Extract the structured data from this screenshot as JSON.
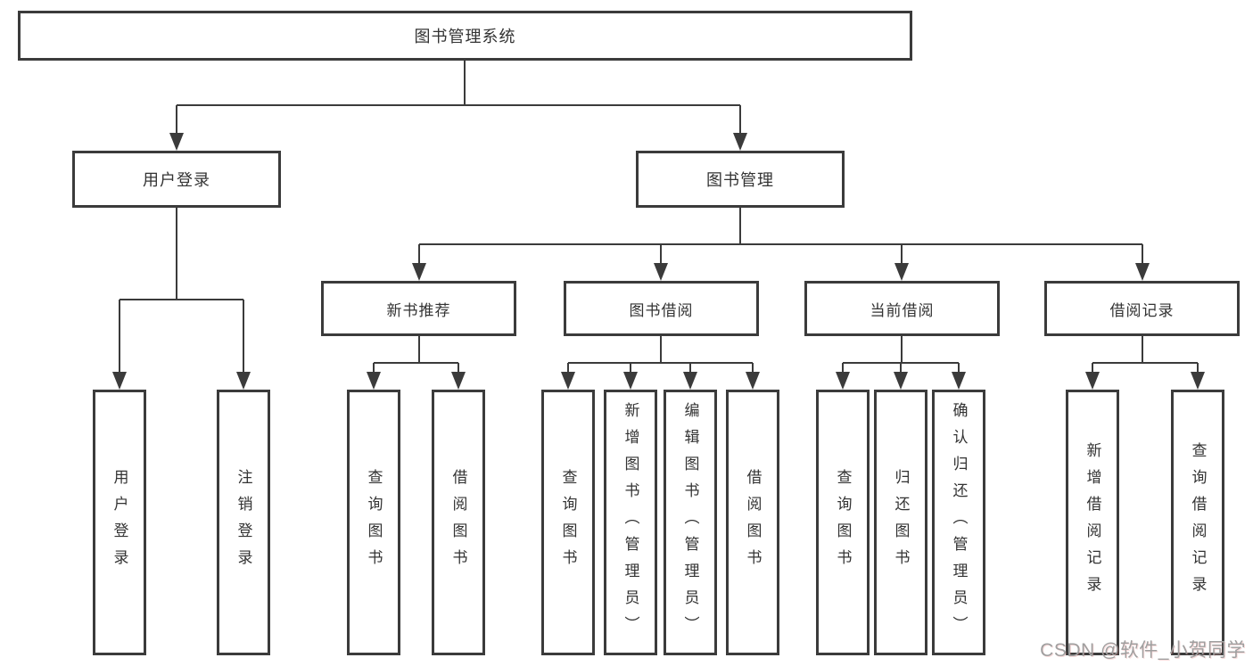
{
  "tree": {
    "root": "图书管理系统",
    "user_login": {
      "label": "用户登录",
      "children": [
        "用户登录",
        "注销登录"
      ]
    },
    "book_mgmt": {
      "label": "图书管理",
      "children": [
        {
          "label": "新书推荐",
          "children": [
            "查询图书",
            "借阅图书"
          ]
        },
        {
          "label": "图书借阅",
          "children": [
            "查询图书",
            "新增图书（管理员）",
            "编辑图书（管理员）",
            "借阅图书"
          ]
        },
        {
          "label": "当前借阅",
          "children": [
            "查询图书",
            "归还图书",
            "确认归还（管理员）"
          ]
        },
        {
          "label": "借阅记录",
          "children": [
            "新增借阅记录",
            "查询借阅记录"
          ]
        }
      ]
    }
  },
  "watermark": "CSDN @软件_小贺同学",
  "colors": {
    "line": "#3b3b3b",
    "box_border": "#3b3b3b",
    "text": "#333333",
    "background": "#ffffff",
    "watermark": "#9f9f9f"
  }
}
